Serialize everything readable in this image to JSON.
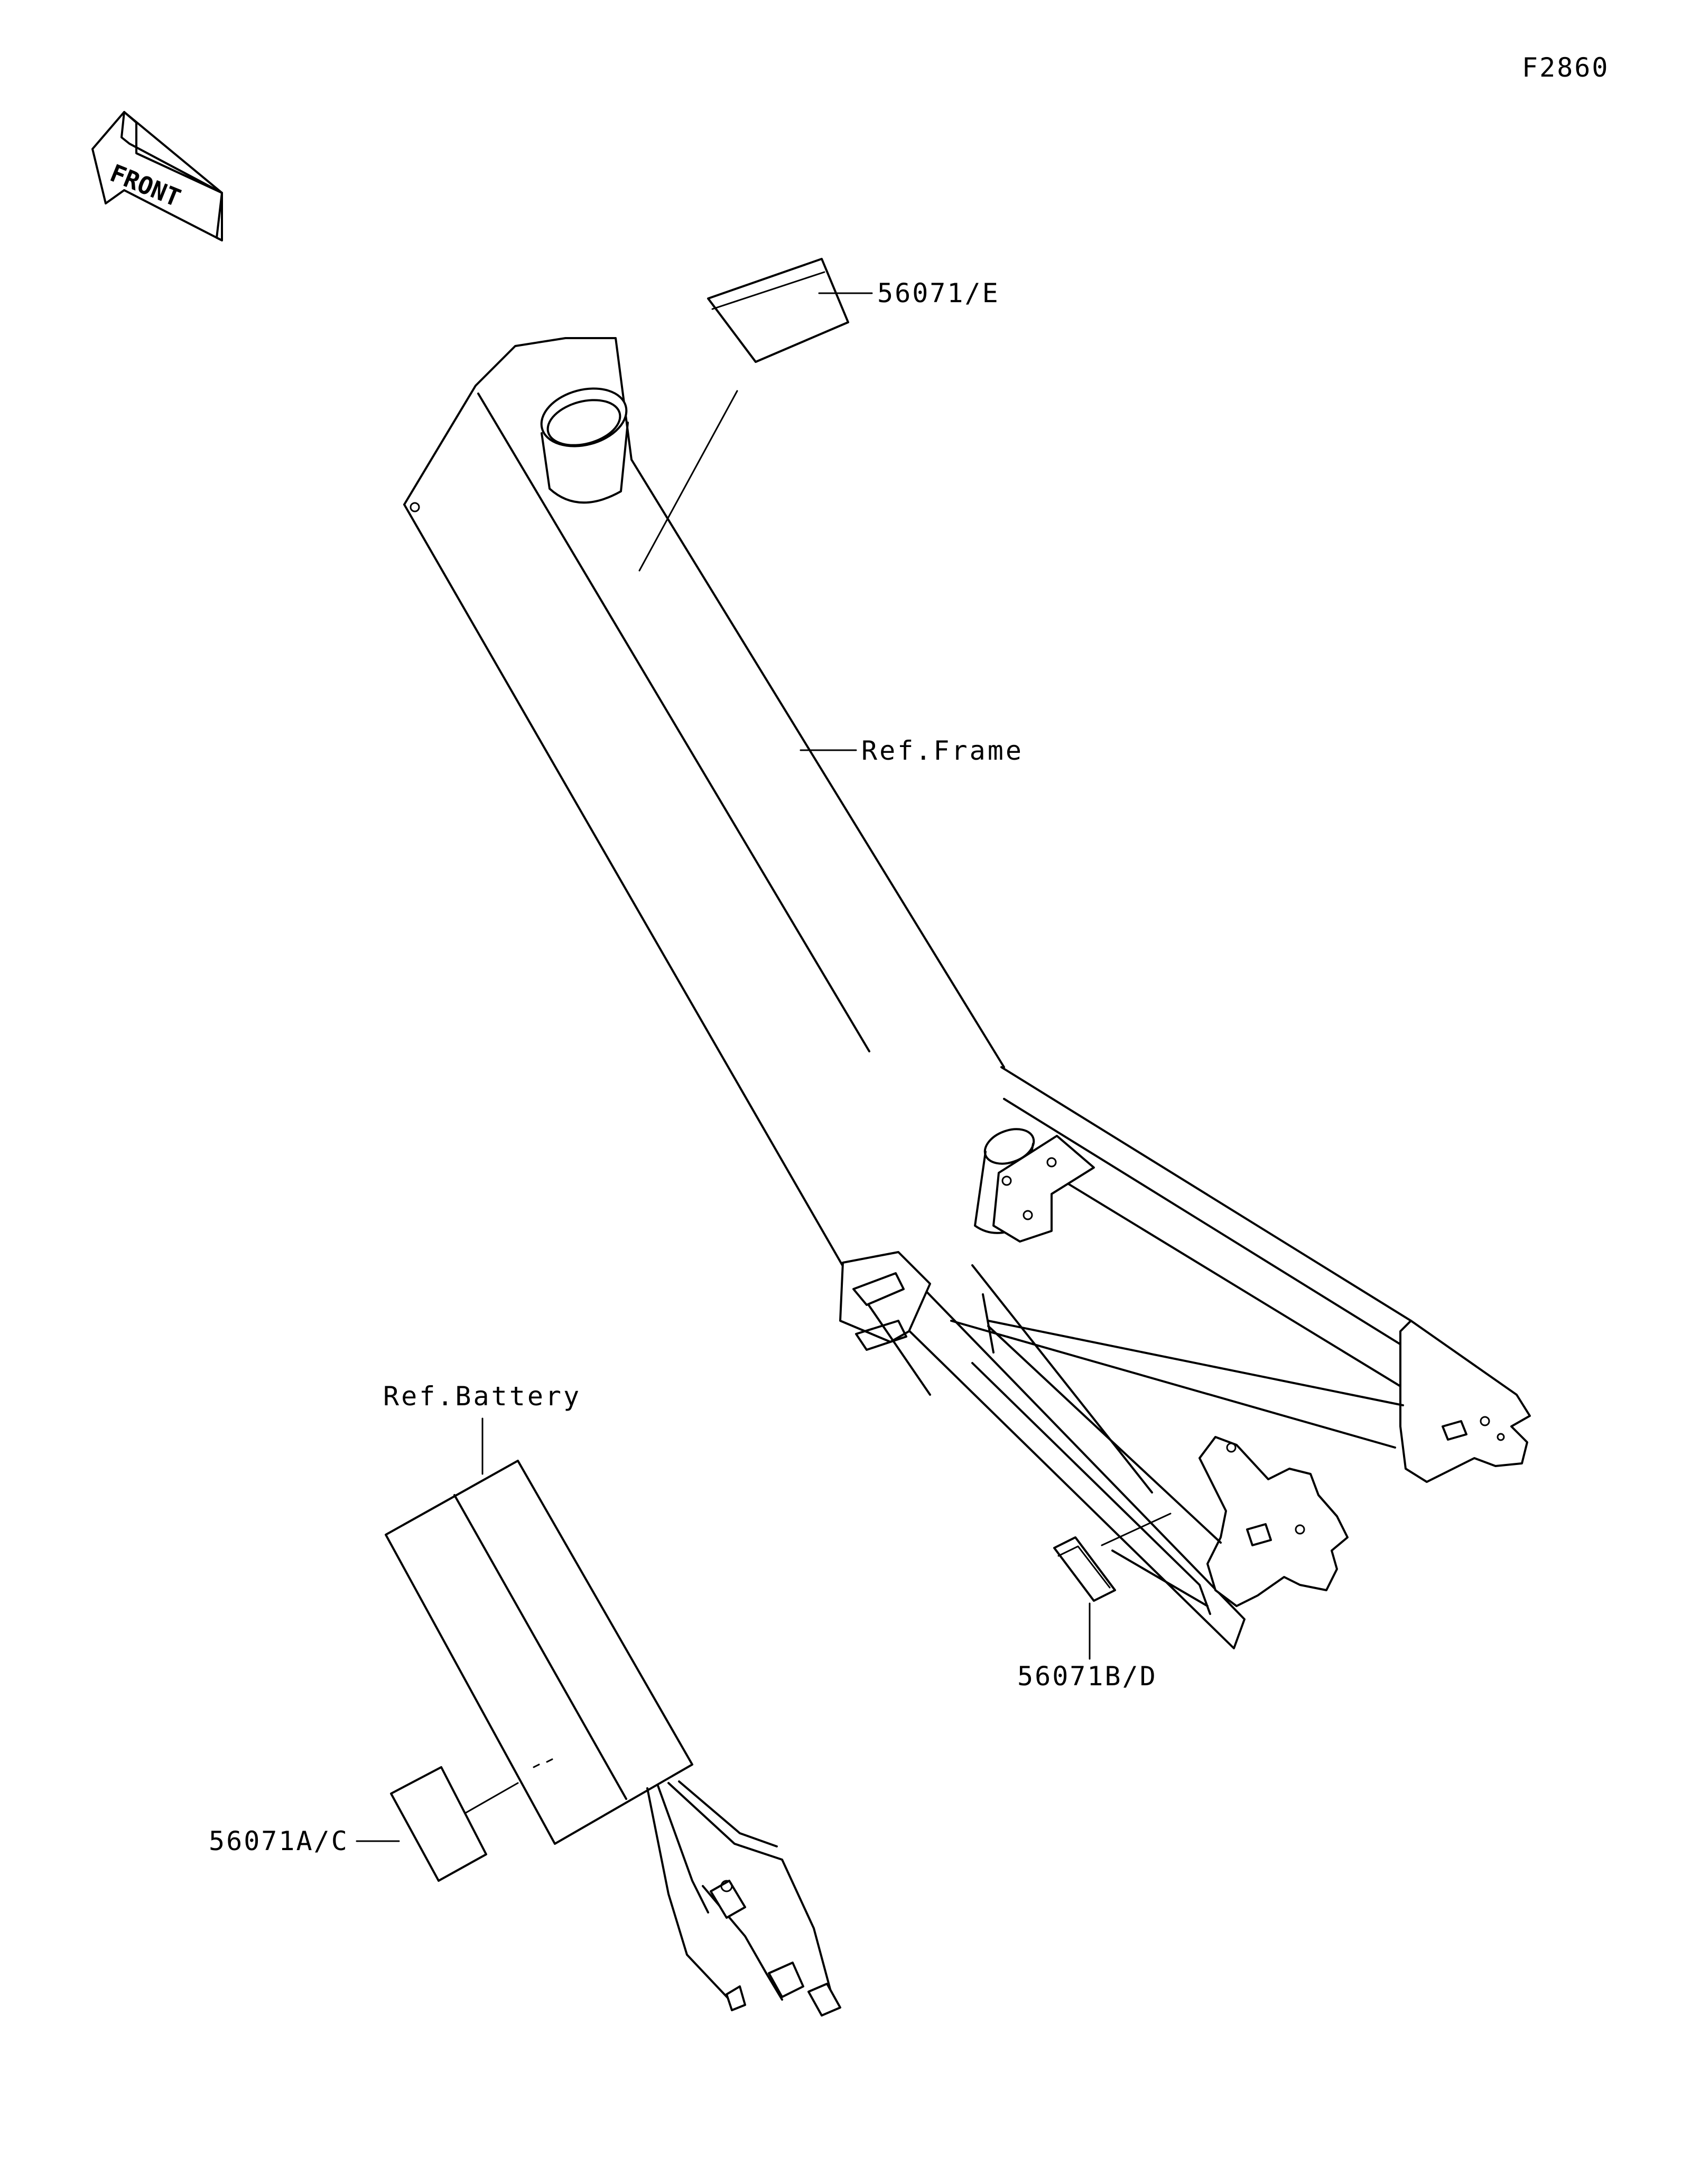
{
  "figure_code": "F2860",
  "front_label": "FRONT",
  "callouts": {
    "label_e": "56071/E",
    "ref_frame": "Ref.Frame",
    "ref_battery": "Ref.Battery",
    "label_bd": "56071B/D",
    "label_ac": "56071A/C"
  }
}
